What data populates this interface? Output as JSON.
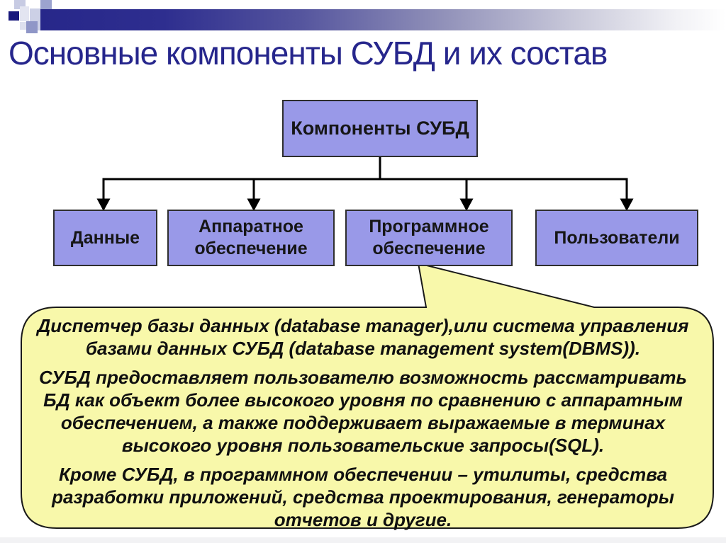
{
  "slide": {
    "title": "Основные компоненты СУБД и их состав"
  },
  "diagram": {
    "root": {
      "label": "Компоненты СУБД"
    },
    "children": [
      {
        "label": "Данные"
      },
      {
        "label": "Аппаратное обеспечение"
      },
      {
        "label": "Программное обеспечение"
      },
      {
        "label": "Пользователи"
      }
    ]
  },
  "callout": {
    "attached_to": "Программное обеспечение",
    "paragraphs": [
      "Диспетчер базы данных (database manager),или система управления базами данных СУБД (database management system(DBMS)).",
      "СУБД предоставляет пользователю возможность рассматривать БД как объект более высокого уровня по сравнению с аппаратным обеспечением, а также поддерживает выражаемые в терминах высокого уровня пользовательские запросы(SQL).",
      "Кроме СУБД, в программном обеспечении – утилиты, средства разработки приложений, средства проектирования, генераторы отчетов и другие."
    ]
  },
  "colors": {
    "title_text": "#26268C",
    "node_fill": "#9999E8",
    "node_border": "#2e2e2e",
    "callout_fill": "#F8F8AA",
    "callout_border": "#1a1a1a",
    "header_bar_start": "#27278A",
    "connector": "#000000"
  }
}
